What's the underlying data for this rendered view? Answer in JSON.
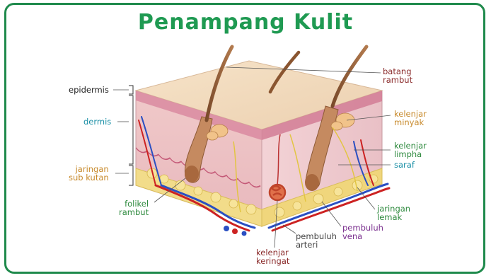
{
  "title": "Penampang Kulit",
  "labels": {
    "epidermis": "epidermis",
    "dermis": "dermis",
    "jaringan_sub_kutan": "jaringan\nsub kutan",
    "folikel_rambut": "folikel\nrambut",
    "batang_rambut": "batang\nrambut",
    "kelenjar_minyak": "kelenjar\nminyak",
    "kelenjar_limpha": "kelenjar\nlimpha",
    "saraf": "saraf",
    "jaringan_lemak": "jaringan\nlemak",
    "pembuluh_vena": "pembuluh\nvena",
    "pembuluh_arteri": "pembuluh\narteri",
    "kelenjar_keringat": "kelenjar\nkeringat"
  },
  "colors": {
    "frame": "#1f8a4c",
    "title": "#1f9a52",
    "label_black": "#222222",
    "label_teal": "#1a8fa6",
    "label_orange": "#c7892a",
    "label_green": "#2e8a3e",
    "label_maroon": "#8a2a2a",
    "label_purple": "#7a2f8e"
  }
}
